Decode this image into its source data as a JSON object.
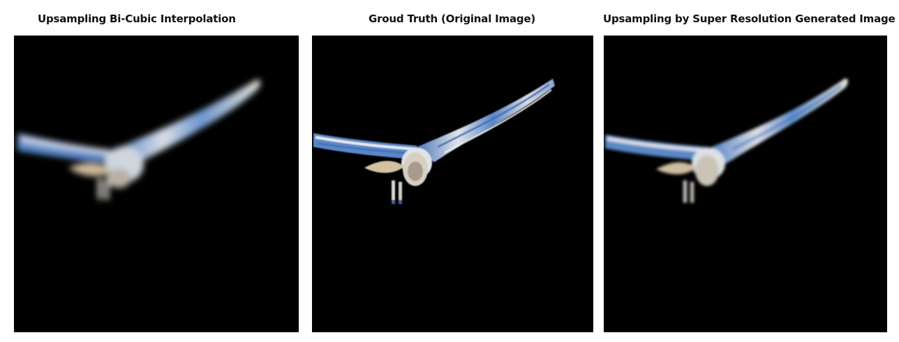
{
  "captions": {
    "left": "Upsampling Bi-Cubic Interpolation",
    "middle": "Groud Truth (Original Image)",
    "right": "Upsampling by Super Resolution Generated Image"
  },
  "colors": {
    "background": "#000000",
    "owl_white": "#e8e6df",
    "owl_blue": "#5b86c6",
    "owl_tan": "#cbb99c"
  }
}
